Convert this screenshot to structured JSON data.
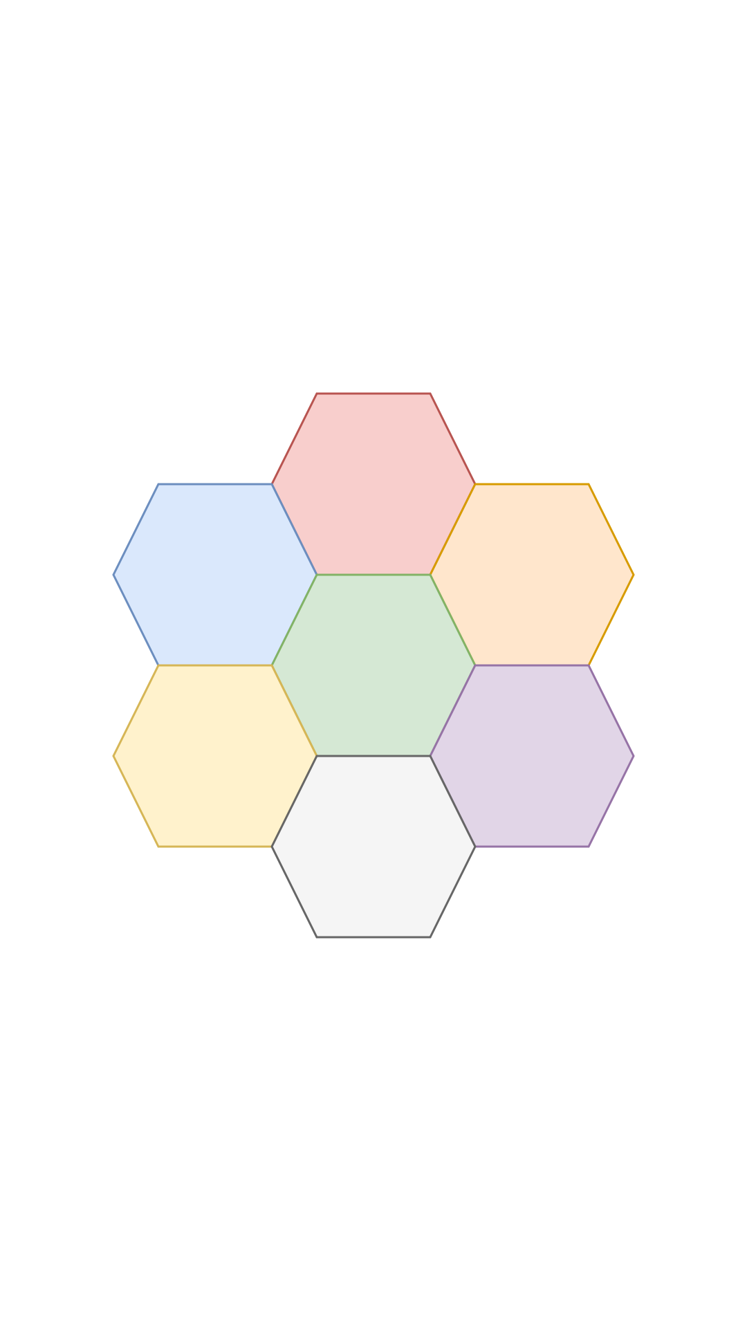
{
  "diagram": {
    "hexagons": [
      {
        "id": "top",
        "fill": "#f8cecc",
        "stroke": "#b85450"
      },
      {
        "id": "upper-left",
        "fill": "#dae8fc",
        "stroke": "#6c8ebf"
      },
      {
        "id": "upper-right",
        "fill": "#ffe6cc",
        "stroke": "#d79b00"
      },
      {
        "id": "center",
        "fill": "#d5e8d4",
        "stroke": "#82b366"
      },
      {
        "id": "lower-left",
        "fill": "#fff2cc",
        "stroke": "#d6b656"
      },
      {
        "id": "lower-right",
        "fill": "#e1d5e7",
        "stroke": "#9673a6"
      },
      {
        "id": "bottom",
        "fill": "#f5f5f5",
        "stroke": "#666666"
      }
    ]
  }
}
